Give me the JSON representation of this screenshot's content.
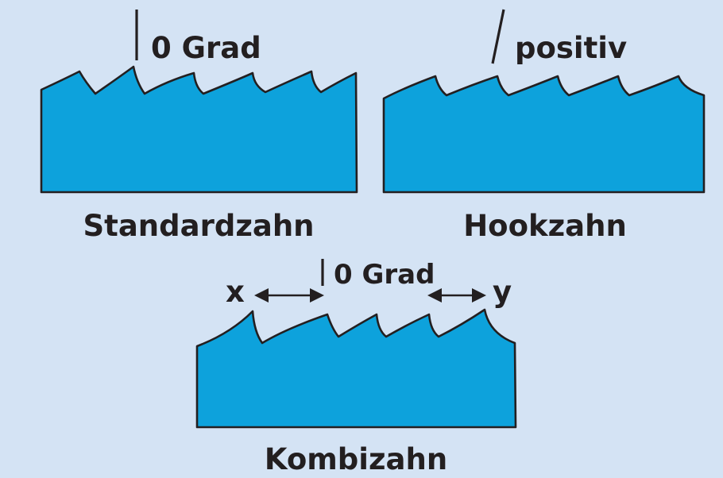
{
  "standard": {
    "angle_label": "0 Grad",
    "name": "Standardzahn"
  },
  "hook": {
    "angle_label": "positiv",
    "name": "Hookzahn"
  },
  "combo": {
    "angle_label": "0 Grad",
    "left_mark": "x",
    "right_mark": "y",
    "name": "Kombizahn"
  },
  "colors": {
    "background": "#d4e3f4",
    "blade_fill": "#0da2dc",
    "outline": "#231f20"
  }
}
